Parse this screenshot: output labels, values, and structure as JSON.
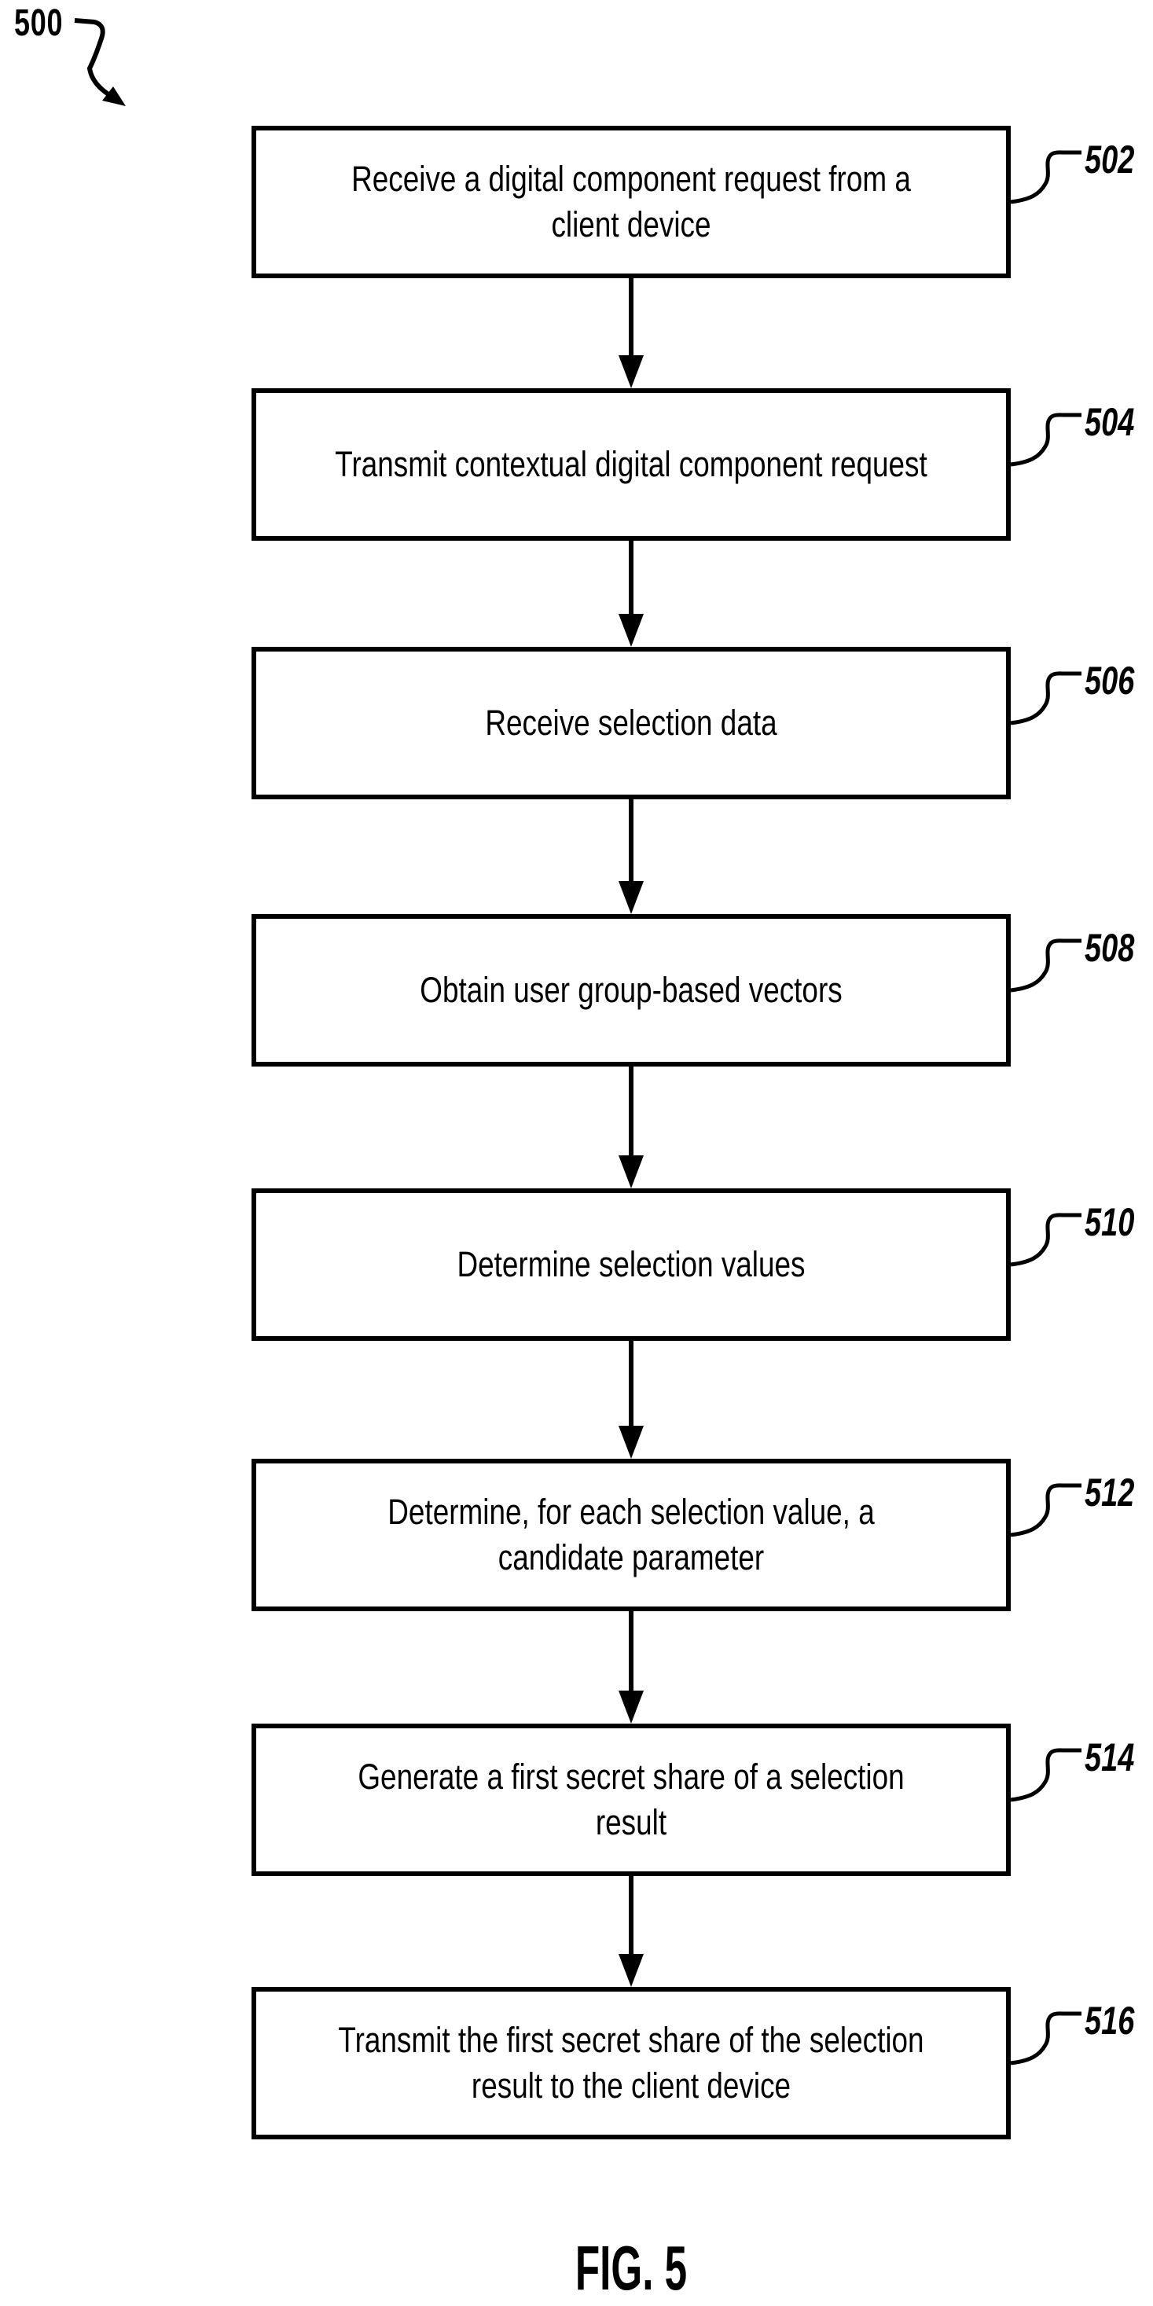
{
  "figure": {
    "diagram_label": "500",
    "caption": "FIG. 5",
    "ink_color": "#000000",
    "background_color": "#ffffff",
    "steps": [
      {
        "ref": "502",
        "text": "Receive a digital component request from a client device"
      },
      {
        "ref": "504",
        "text": "Transmit contextual digital component request"
      },
      {
        "ref": "506",
        "text": "Receive selection data"
      },
      {
        "ref": "508",
        "text": "Obtain user group-based vectors"
      },
      {
        "ref": "510",
        "text": "Determine selection values"
      },
      {
        "ref": "512",
        "text": "Determine, for each selection value, a candidate parameter"
      },
      {
        "ref": "514",
        "text": "Generate a first secret share of a selection result"
      },
      {
        "ref": "516",
        "text": "Transmit the first secret share of the selection result to the client device"
      }
    ]
  }
}
